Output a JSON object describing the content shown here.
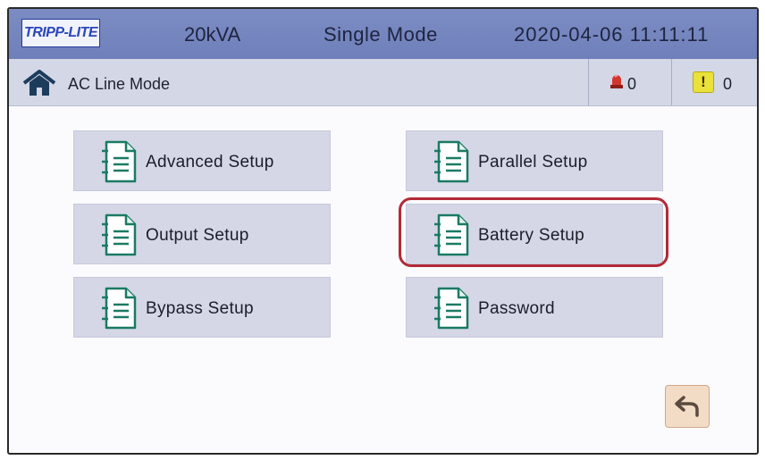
{
  "header": {
    "logo_text": "TRIPP-LITE",
    "rating": "20kVA",
    "mode": "Single Mode",
    "datetime": "2020-04-06 11:11:11"
  },
  "status": {
    "home_icon": "home-icon",
    "line_mode": "AC Line Mode",
    "alarm_icon": "alarm-light-icon",
    "alarm_count": "0",
    "warning_icon": "warning-icon",
    "warning_symbol": "!",
    "warning_count": "0"
  },
  "menu": {
    "items": [
      {
        "label": "Advanced Setup",
        "icon": "document-icon"
      },
      {
        "label": "Parallel Setup",
        "icon": "document-icon"
      },
      {
        "label": "Output Setup",
        "icon": "document-icon"
      },
      {
        "label": "Battery Setup",
        "icon": "document-icon",
        "highlighted": true
      },
      {
        "label": "Bypass Setup",
        "icon": "document-icon"
      },
      {
        "label": "Password",
        "icon": "document-icon"
      }
    ]
  },
  "footer": {
    "back_icon": "back-arrow-icon"
  },
  "colors": {
    "header_bg": "#7283bd",
    "status_bg": "#d4d7e6",
    "button_bg": "#d5d7e6",
    "highlight": "#b22a37",
    "icon_teal": "#1a7a63"
  }
}
